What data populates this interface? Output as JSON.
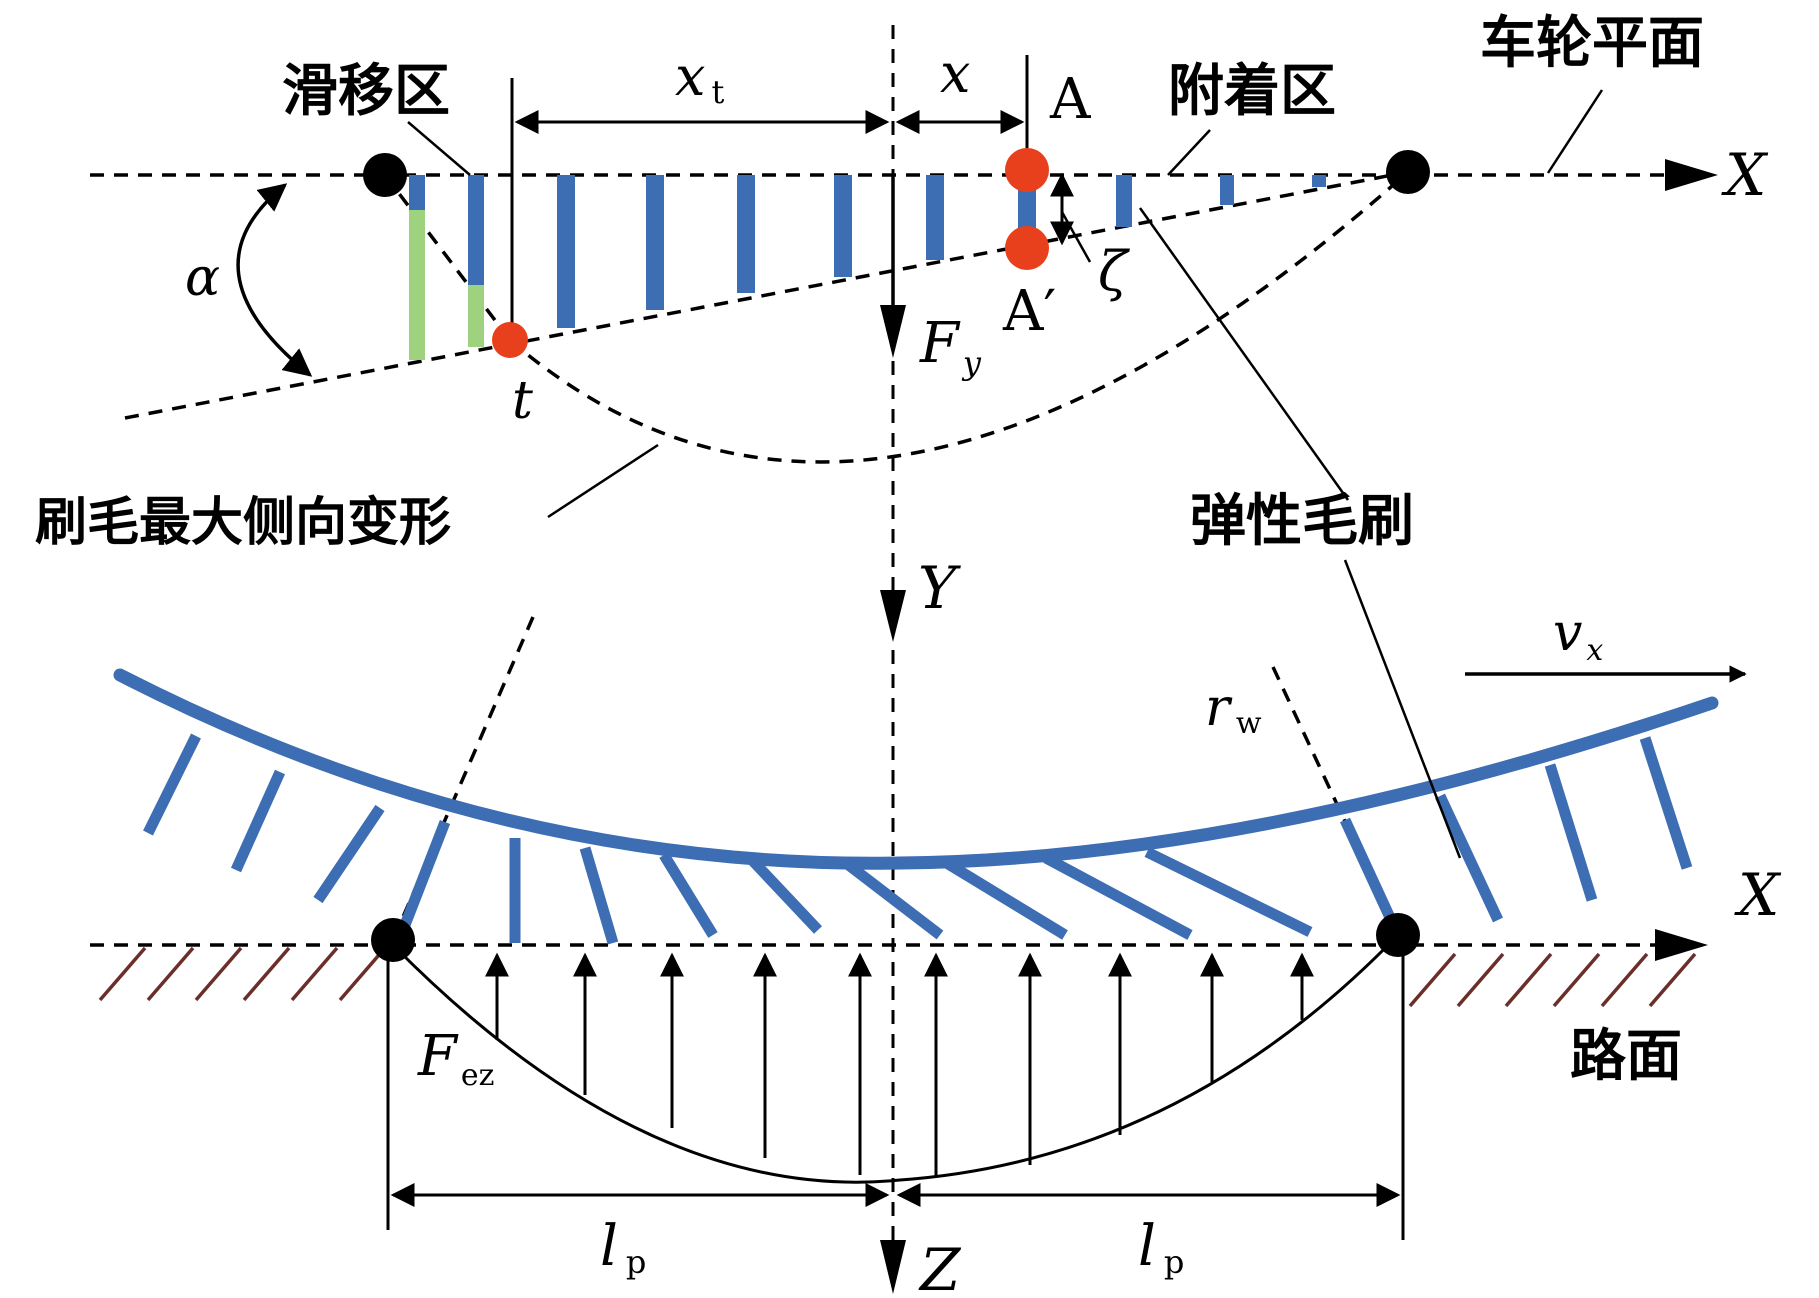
{
  "labels": {
    "slip_zone": "滑移区",
    "adhesion_zone": "附着区",
    "wheel_plane": "车轮平面",
    "max_lateral_deformation": "刷毛最大侧向变形",
    "elastic_brush": "弹性毛刷",
    "road_surface": "路面"
  },
  "symbols": {
    "x_t": "x",
    "x_t_sub": "t",
    "x": "x",
    "A": "A",
    "A_prime": "A′",
    "zeta": "ζ",
    "alpha": "α",
    "t": "t",
    "F_y": "F",
    "F_y_sub": "y",
    "axis_X_top": "X",
    "axis_Y": "Y",
    "v_x": "v",
    "v_x_sub": "x",
    "r_w": "r",
    "r_w_sub": "w",
    "axis_X_bottom": "X",
    "F_ez": "F",
    "F_ez_sub": "ez",
    "l_p_left": "l",
    "l_p_left_sub": "p",
    "l_p_right": "l",
    "l_p_right_sub": "p",
    "axis_Z": "Z"
  },
  "colors": {
    "bristle_blue": "#3d6db3",
    "slip_green": "#9fd27f",
    "point_red": "#e8401c",
    "ground_hatch": "#6b2e2a",
    "line": "#000000"
  }
}
